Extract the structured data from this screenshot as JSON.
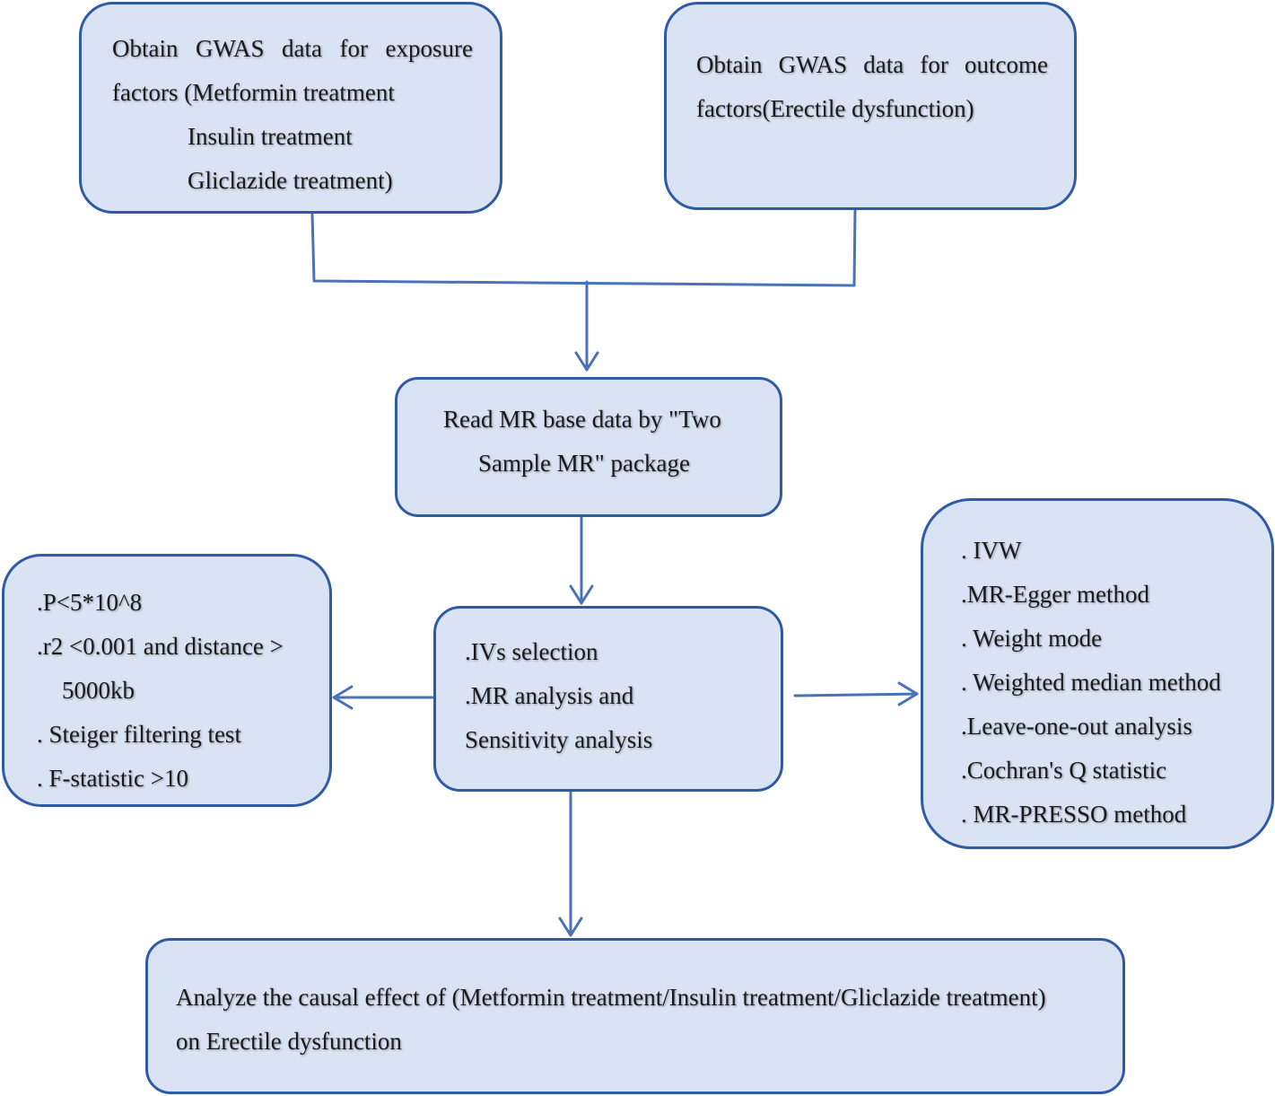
{
  "boxes": {
    "exposure": {
      "lines": [
        "Obtain  GWAS  data  for  exposure",
        "factors (Metformin treatment",
        "Insulin treatment",
        "Gliclazide treatment)"
      ]
    },
    "outcome": {
      "lines": [
        "Obtain  GWAS  data  for  outcome",
        "factors(Erectile dysfunction)"
      ]
    },
    "read": {
      "lines": [
        "Read MR base data by \"Two",
        "Sample MR\" package"
      ]
    },
    "center": {
      "lines": [
        ".IVs selection",
        ".MR analysis and",
        "Sensitivity analysis"
      ]
    },
    "criteria": {
      "lines": [
        ".P<5*10^8",
        ".r2 <0.001 and distance >",
        "5000kb",
        ". Steiger filtering test",
        ". F-statistic >10"
      ]
    },
    "methods": {
      "lines": [
        ". IVW",
        ".MR-Egger method",
        ". Weight mode",
        ". Weighted median method",
        ".Leave-one-out analysis",
        ".Cochran's Q statistic",
        ". MR-PRESSO method"
      ]
    },
    "result": {
      "lines": [
        "Analyze the causal effect of (Metformin treatment/Insulin treatment/Gliclazide treatment)",
        "on Erectile dysfunction"
      ]
    }
  },
  "colors": {
    "box_fill": "#dae3f4",
    "box_border": "#2f5aa6",
    "connector": "#4a72b8"
  }
}
